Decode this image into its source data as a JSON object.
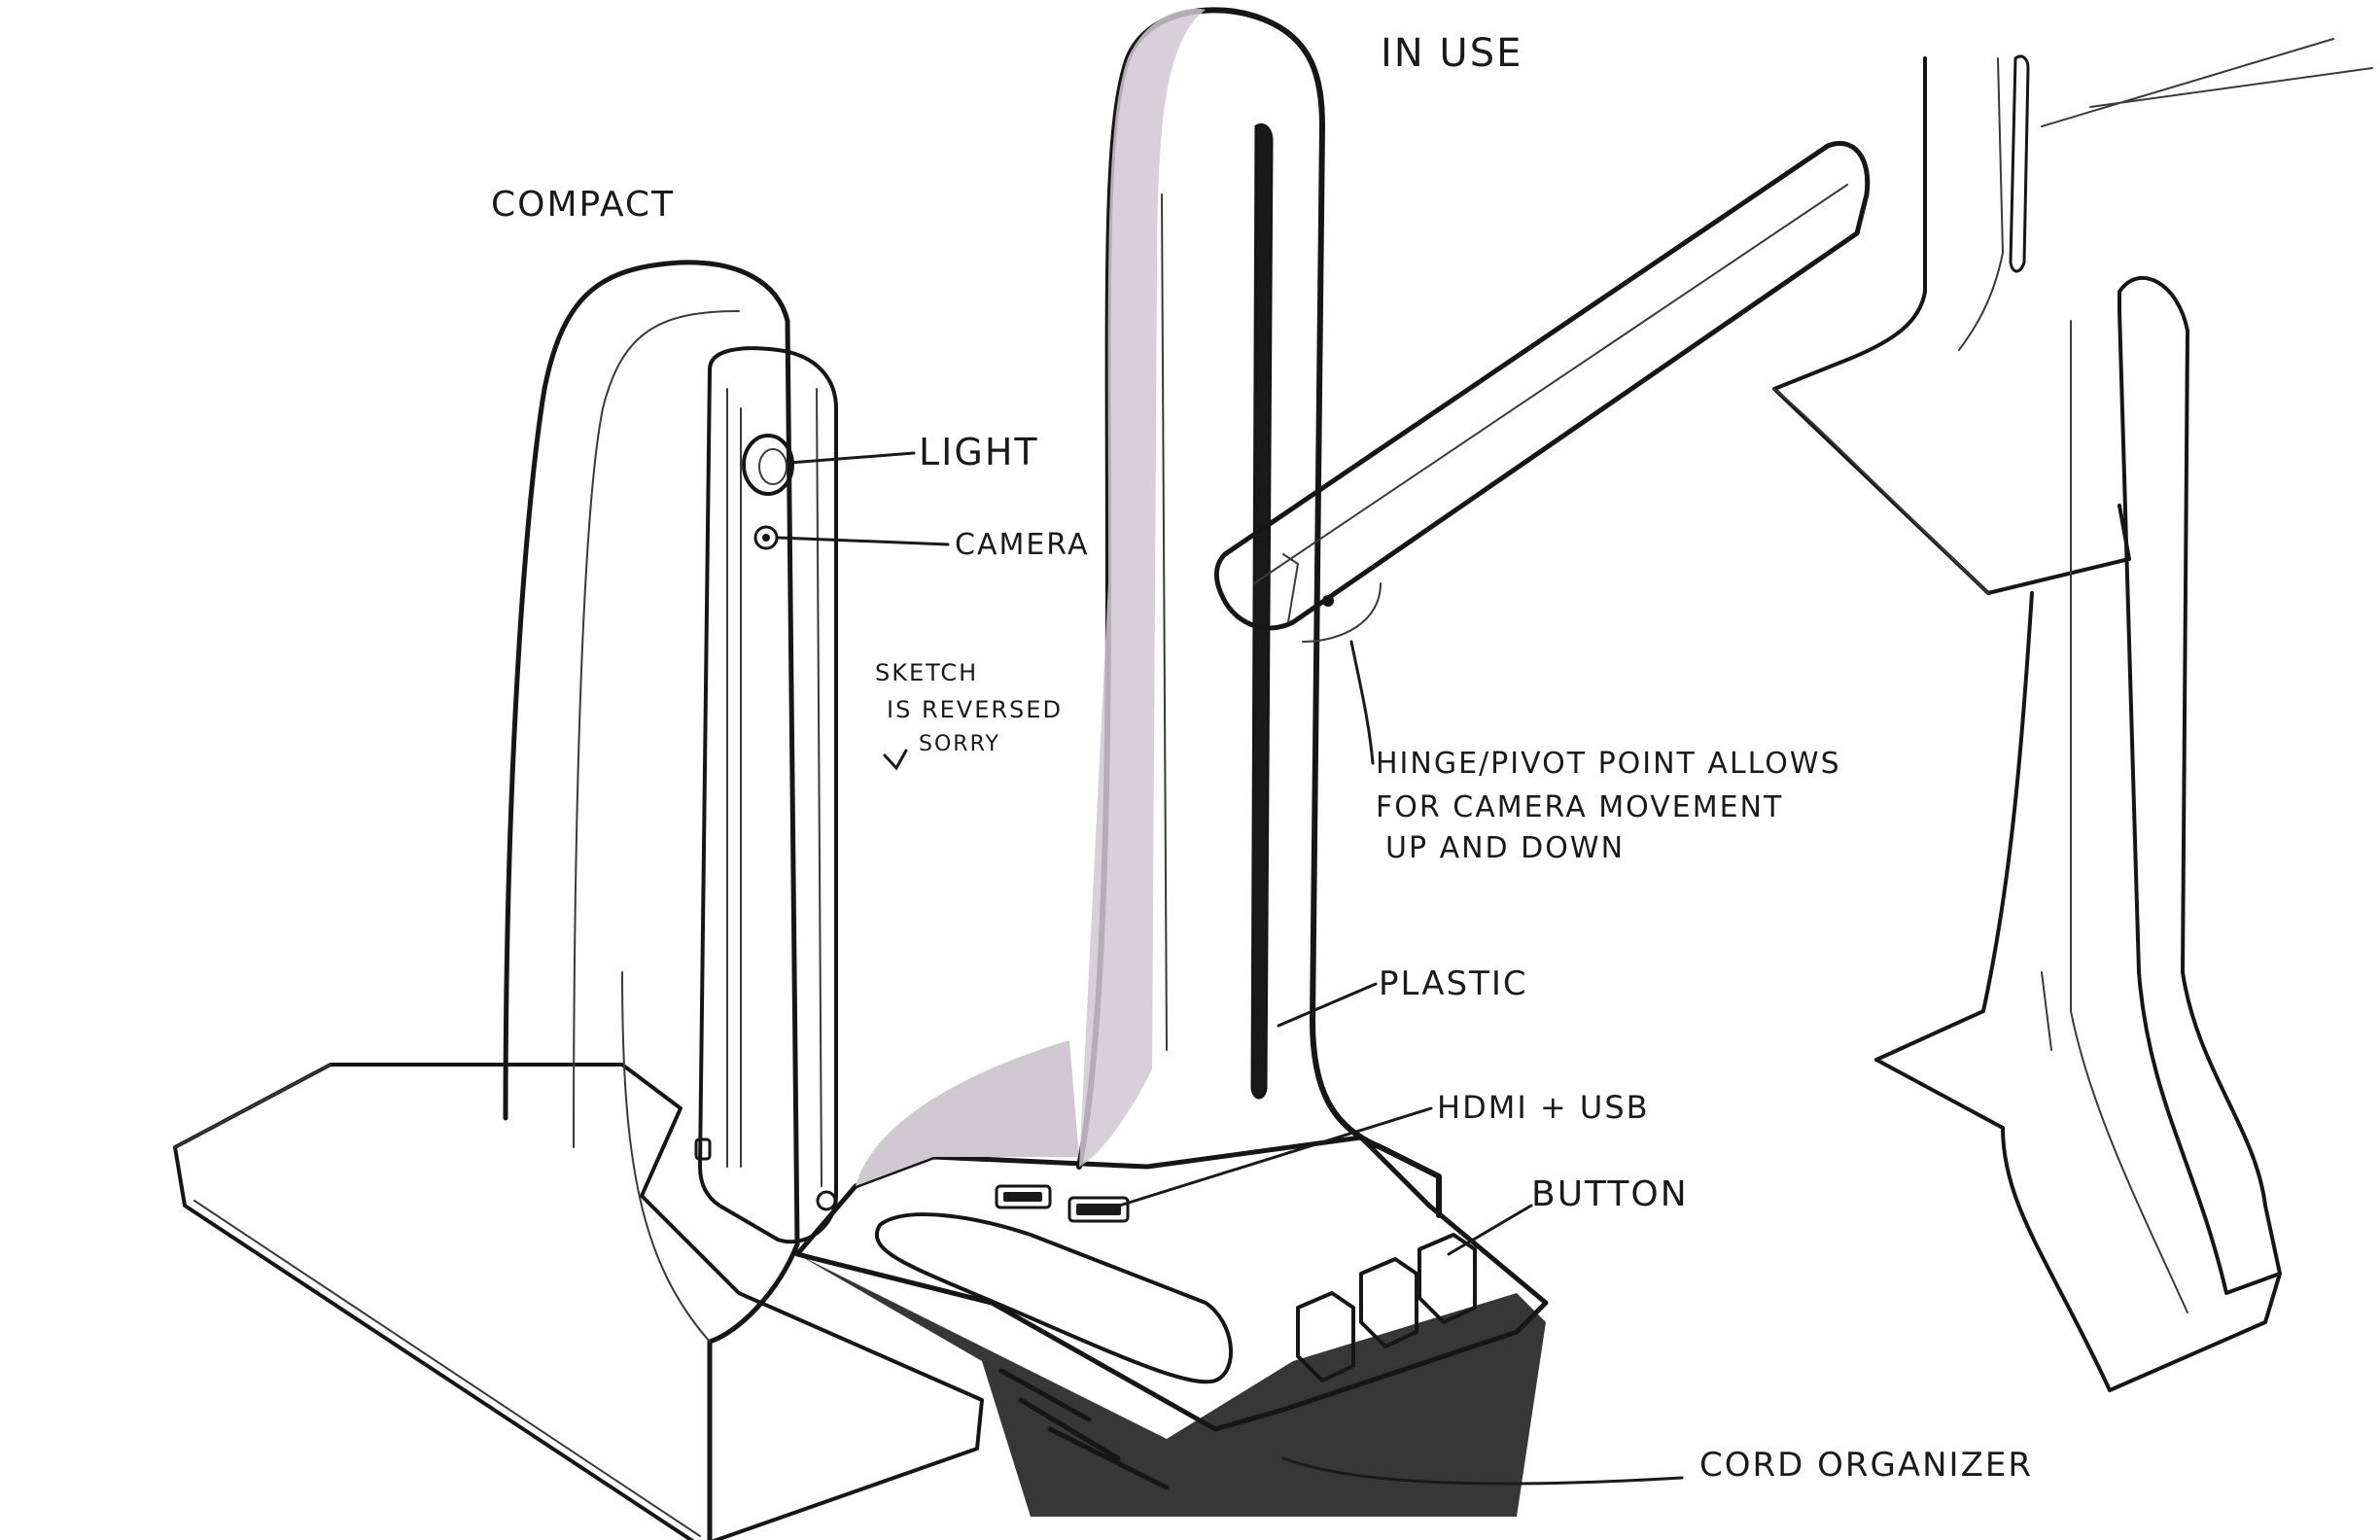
{
  "annotations": {
    "compact": "COMPACT",
    "in_use": "IN USE",
    "light": "LIGHT",
    "camera": "CAMERA",
    "note_line1": "SKETCH",
    "note_line2": "IS REVERSED",
    "note_line3": "SORRY",
    "hinge_line1": "HINGE/PIVOT POINT ALLOWS",
    "hinge_line2": "FOR CAMERA MOVEMENT",
    "hinge_line3": "UP AND DOWN",
    "plastic": "PLASTIC",
    "hdmi_usb": "HDMI + USB",
    "button": "BUTTON",
    "cord_organizer": "CORD ORGANIZER"
  },
  "colors": {
    "ink": "#161616",
    "body_fill": "#eeeaee",
    "shade_fill": "#cfc8d0",
    "dark_fill": "#2c2c2c"
  }
}
